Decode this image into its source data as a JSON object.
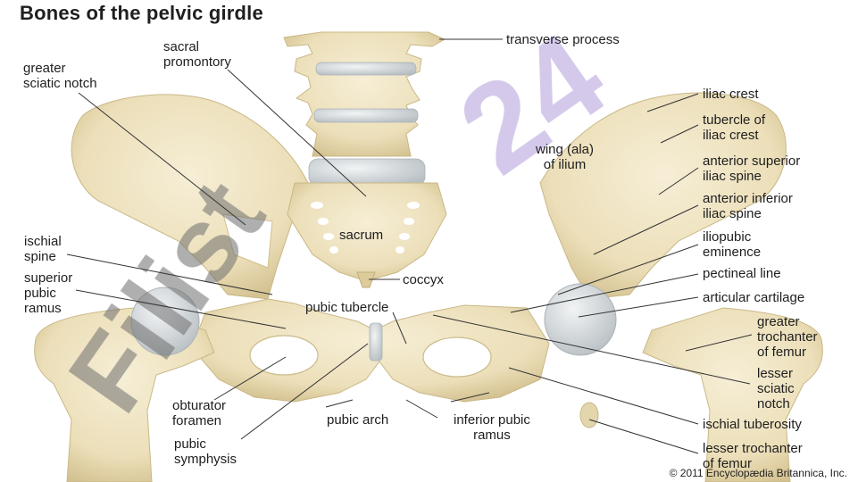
{
  "title": "Bones of the pelvic girdle",
  "watermark": "Filist24",
  "copyright": "© 2011 Encyclopædia Britannica, Inc.",
  "labels": {
    "transverse_process": "transverse process",
    "sacral_promontory": "sacral\npromontory",
    "greater_sciatic_notch": "greater\nsciatic notch",
    "iliac_crest": "iliac crest",
    "tubercle_of_iliac_crest": "tubercle of\niliac crest",
    "wing_of_ilium": "wing (ala)\nof ilium",
    "anterior_superior_iliac_spine": "anterior superior\niliac spine",
    "anterior_inferior_iliac_spine": "anterior inferior\niliac spine",
    "ischial_spine": "ischial\nspine",
    "sacrum": "sacrum",
    "iliopubic_eminence": "iliopubic\neminence",
    "superior_pubic_ramus": "superior\npubic\nramus",
    "coccyx": "coccyx",
    "pectineal_line": "pectineal line",
    "pubic_tubercle": "pubic tubercle",
    "articular_cartilage": "articular cartilage",
    "greater_trochanter": "greater\ntrochanter\nof femur",
    "lesser_sciatic_notch": "lesser\nsciatic\nnotch",
    "obturator_foramen": "obturator\nforamen",
    "pubic_arch": "pubic arch",
    "inferior_pubic_ramus": "inferior pubic\nramus",
    "ischial_tuberosity": "ischial tuberosity",
    "pubic_symphysis": "pubic\nsymphysis",
    "lesser_trochanter": "lesser trochanter\nof femur"
  },
  "colors": {
    "bone": "#efe4c3",
    "bone_shade": "#d9c99c",
    "cartilage": "#d9dde0",
    "text": "#1e1e1e",
    "watermark_gray": "#7a7a7a",
    "watermark_purple": "#b39ddb"
  }
}
